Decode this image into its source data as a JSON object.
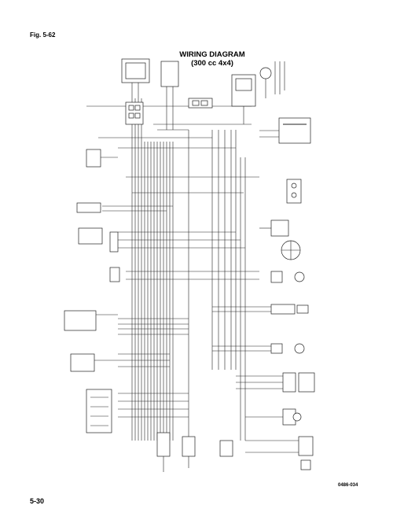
{
  "figure_label": "Fig. 5-62",
  "diagram": {
    "title_line1": "WIRING DIAGRAM",
    "title_line2": "(300 cc 4x4)"
  },
  "page_number": "5-30",
  "drawing_code": "0486-034"
}
